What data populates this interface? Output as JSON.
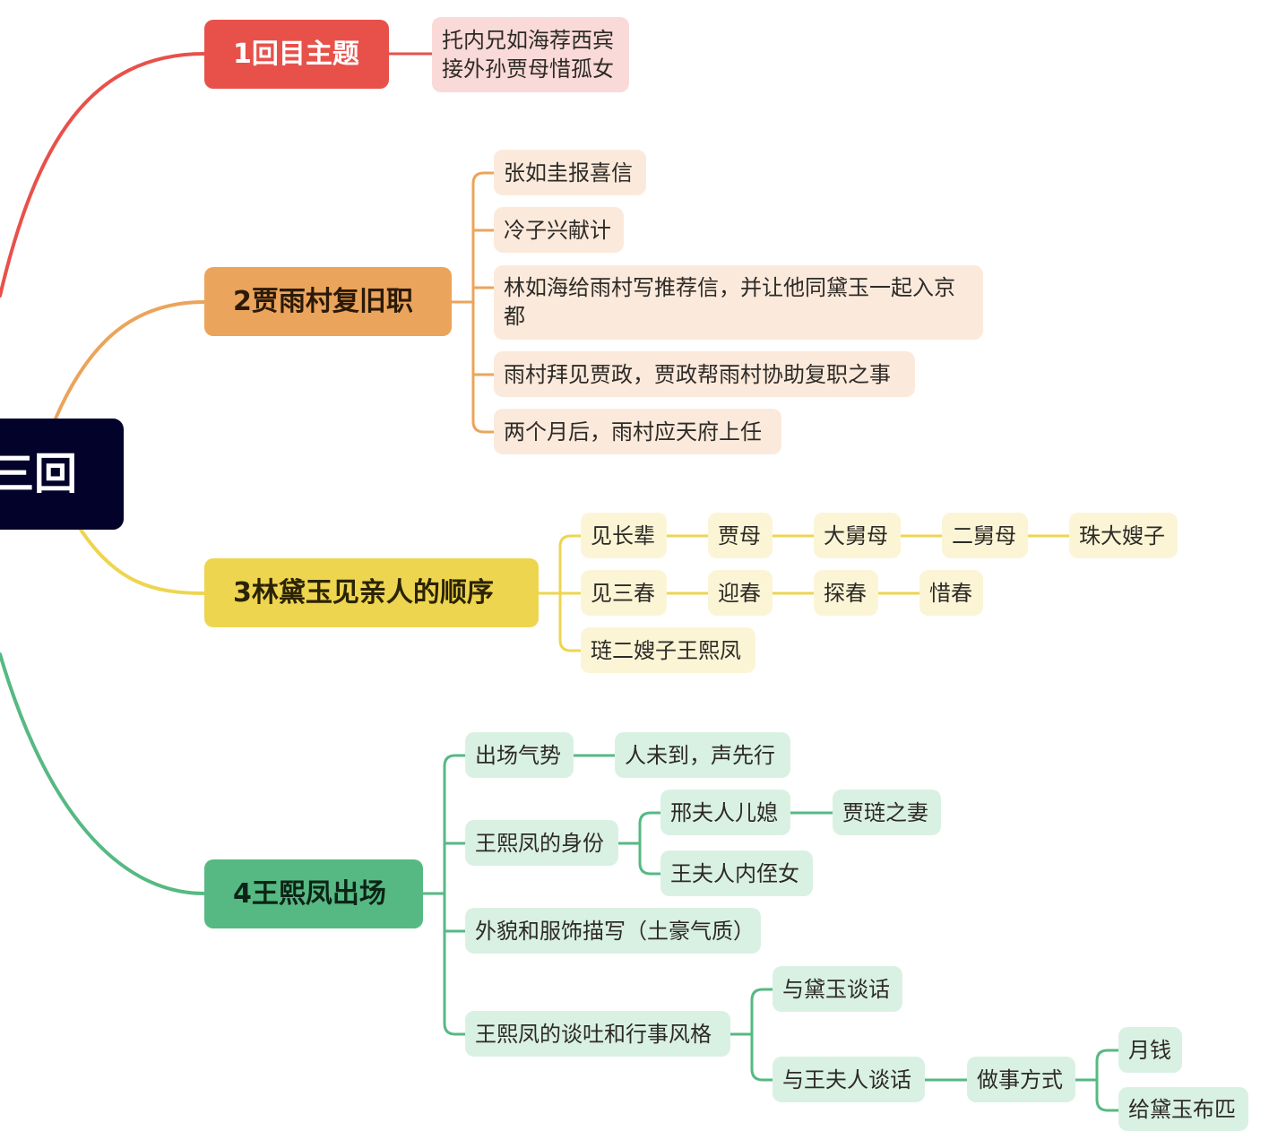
{
  "root": {
    "label": "三回"
  },
  "colors": {
    "red": "#e8514a",
    "orange": "#eba45b",
    "yellow": "#eed54f",
    "green": "#56b983",
    "root_bg": "#02022b"
  },
  "branch1": {
    "label": "1回目主题",
    "summary": [
      "托内兄如海荐西宾",
      "接外孙贾母惜孤女"
    ]
  },
  "branch2": {
    "label": "2贾雨村复旧职",
    "items": [
      "张如圭报喜信",
      "冷子兴献计",
      "林如海给雨村写推荐信，并让他同黛玉一起入京都",
      "雨村拜见贾政，贾政帮雨村协助复职之事",
      "两个月后，雨村应天府上任"
    ]
  },
  "branch3": {
    "label": "3林黛玉见亲人的顺序",
    "elders": [
      "见长辈",
      "贾母",
      "大舅母",
      "二舅母",
      "珠大嫂子"
    ],
    "sisters": [
      "见三春",
      "迎春",
      "探春",
      "惜春"
    ],
    "last": "琏二嫂子王熙凤"
  },
  "branch4": {
    "label": "4王熙凤出场",
    "entrance": {
      "label": "出场气势",
      "detail": "人未到，声先行"
    },
    "identity": {
      "label": "王熙凤的身份",
      "items": [
        {
          "label": "邢夫人儿媳",
          "detail": "贾琏之妻"
        },
        {
          "label": "王夫人内侄女"
        }
      ]
    },
    "appearance": "外貌和服饰描写（土豪气质）",
    "style": {
      "label": "王熙凤的谈吐和行事风格",
      "talk_daiyu": "与黛玉谈话",
      "talk_wang": "与王夫人谈话",
      "method": "做事方式",
      "method_items": [
        "月钱",
        "给黛玉布匹"
      ]
    }
  }
}
